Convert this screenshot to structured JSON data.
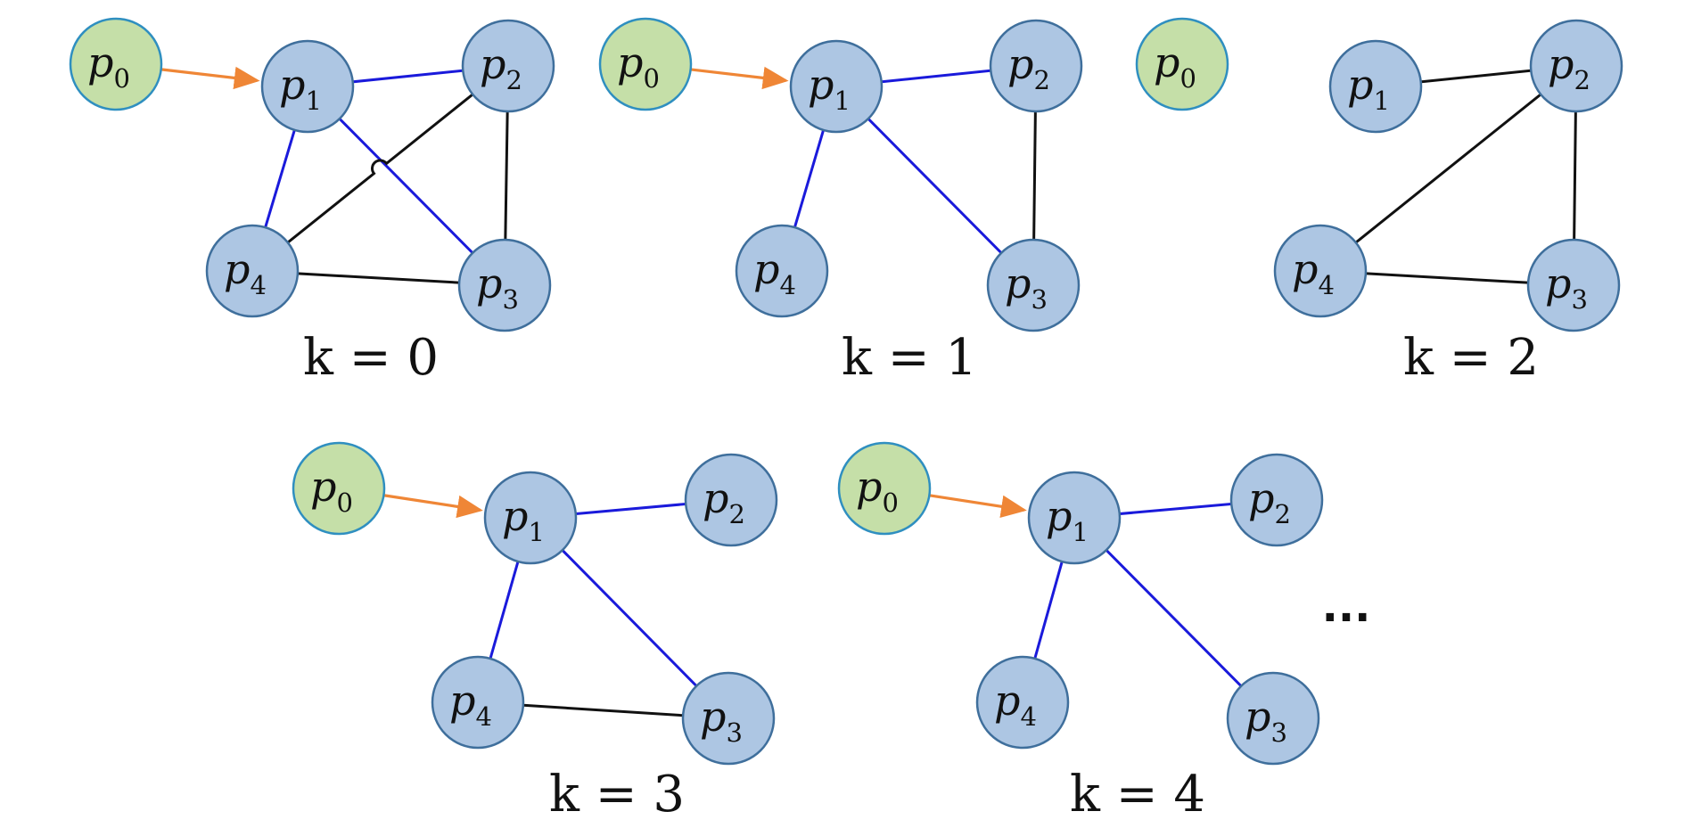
{
  "colors": {
    "node_fill": "#adc6e3",
    "node_stroke": "#3f6f9c",
    "source_fill": "#c5dfa8",
    "source_stroke": "#2f8fc0",
    "blue_edge": "#1a1adb",
    "black_edge": "#111111",
    "arrow": "#ef8636"
  },
  "panels": [
    {
      "caption": "k = 0",
      "nodes": [
        {
          "id": "p0",
          "base": "p",
          "sub": "0"
        },
        {
          "id": "p1",
          "base": "p",
          "sub": "1"
        },
        {
          "id": "p2",
          "base": "p",
          "sub": "2"
        },
        {
          "id": "p3",
          "base": "p",
          "sub": "3"
        },
        {
          "id": "p4",
          "base": "p",
          "sub": "4"
        }
      ],
      "edges": [
        {
          "from": "p0",
          "to": "p1",
          "kind": "arrow"
        },
        {
          "from": "p1",
          "to": "p2",
          "kind": "blue"
        },
        {
          "from": "p1",
          "to": "p3",
          "kind": "blue"
        },
        {
          "from": "p1",
          "to": "p4",
          "kind": "blue"
        },
        {
          "from": "p2",
          "to": "p3",
          "kind": "black"
        },
        {
          "from": "p2",
          "to": "p4",
          "kind": "black",
          "hop": true
        },
        {
          "from": "p4",
          "to": "p3",
          "kind": "black"
        }
      ]
    },
    {
      "caption": "k = 1",
      "nodes": [
        {
          "id": "p0",
          "base": "p",
          "sub": "0"
        },
        {
          "id": "p1",
          "base": "p",
          "sub": "1"
        },
        {
          "id": "p2",
          "base": "p",
          "sub": "2"
        },
        {
          "id": "p3",
          "base": "p",
          "sub": "3"
        },
        {
          "id": "p4",
          "base": "p",
          "sub": "4"
        }
      ],
      "edges": [
        {
          "from": "p0",
          "to": "p1",
          "kind": "arrow"
        },
        {
          "from": "p1",
          "to": "p2",
          "kind": "blue"
        },
        {
          "from": "p1",
          "to": "p3",
          "kind": "blue"
        },
        {
          "from": "p1",
          "to": "p4",
          "kind": "blue"
        },
        {
          "from": "p2",
          "to": "p3",
          "kind": "black"
        }
      ]
    },
    {
      "caption": "k = 2",
      "nodes": [
        {
          "id": "p0",
          "base": "p",
          "sub": "0"
        },
        {
          "id": "p1",
          "base": "p",
          "sub": "1"
        },
        {
          "id": "p2",
          "base": "p",
          "sub": "2"
        },
        {
          "id": "p3",
          "base": "p",
          "sub": "3"
        },
        {
          "id": "p4",
          "base": "p",
          "sub": "4"
        }
      ],
      "edges": [
        {
          "from": "p1",
          "to": "p2",
          "kind": "black"
        },
        {
          "from": "p2",
          "to": "p3",
          "kind": "black"
        },
        {
          "from": "p2",
          "to": "p4",
          "kind": "black"
        },
        {
          "from": "p4",
          "to": "p3",
          "kind": "black"
        }
      ]
    },
    {
      "caption": "k = 3",
      "nodes": [
        {
          "id": "p0",
          "base": "p",
          "sub": "0"
        },
        {
          "id": "p1",
          "base": "p",
          "sub": "1"
        },
        {
          "id": "p2",
          "base": "p",
          "sub": "2"
        },
        {
          "id": "p3",
          "base": "p",
          "sub": "3"
        },
        {
          "id": "p4",
          "base": "p",
          "sub": "4"
        }
      ],
      "edges": [
        {
          "from": "p0",
          "to": "p1",
          "kind": "arrow"
        },
        {
          "from": "p1",
          "to": "p2",
          "kind": "blue"
        },
        {
          "from": "p1",
          "to": "p3",
          "kind": "blue"
        },
        {
          "from": "p1",
          "to": "p4",
          "kind": "blue"
        },
        {
          "from": "p4",
          "to": "p3",
          "kind": "black"
        }
      ]
    },
    {
      "caption": "k = 4",
      "nodes": [
        {
          "id": "p0",
          "base": "p",
          "sub": "0"
        },
        {
          "id": "p1",
          "base": "p",
          "sub": "1"
        },
        {
          "id": "p2",
          "base": "p",
          "sub": "2"
        },
        {
          "id": "p3",
          "base": "p",
          "sub": "3"
        },
        {
          "id": "p4",
          "base": "p",
          "sub": "4"
        }
      ],
      "edges": [
        {
          "from": "p0",
          "to": "p1",
          "kind": "arrow"
        },
        {
          "from": "p1",
          "to": "p2",
          "kind": "blue"
        },
        {
          "from": "p1",
          "to": "p3",
          "kind": "blue"
        },
        {
          "from": "p1",
          "to": "p4",
          "kind": "blue"
        }
      ]
    }
  ],
  "ellipsis": "..."
}
